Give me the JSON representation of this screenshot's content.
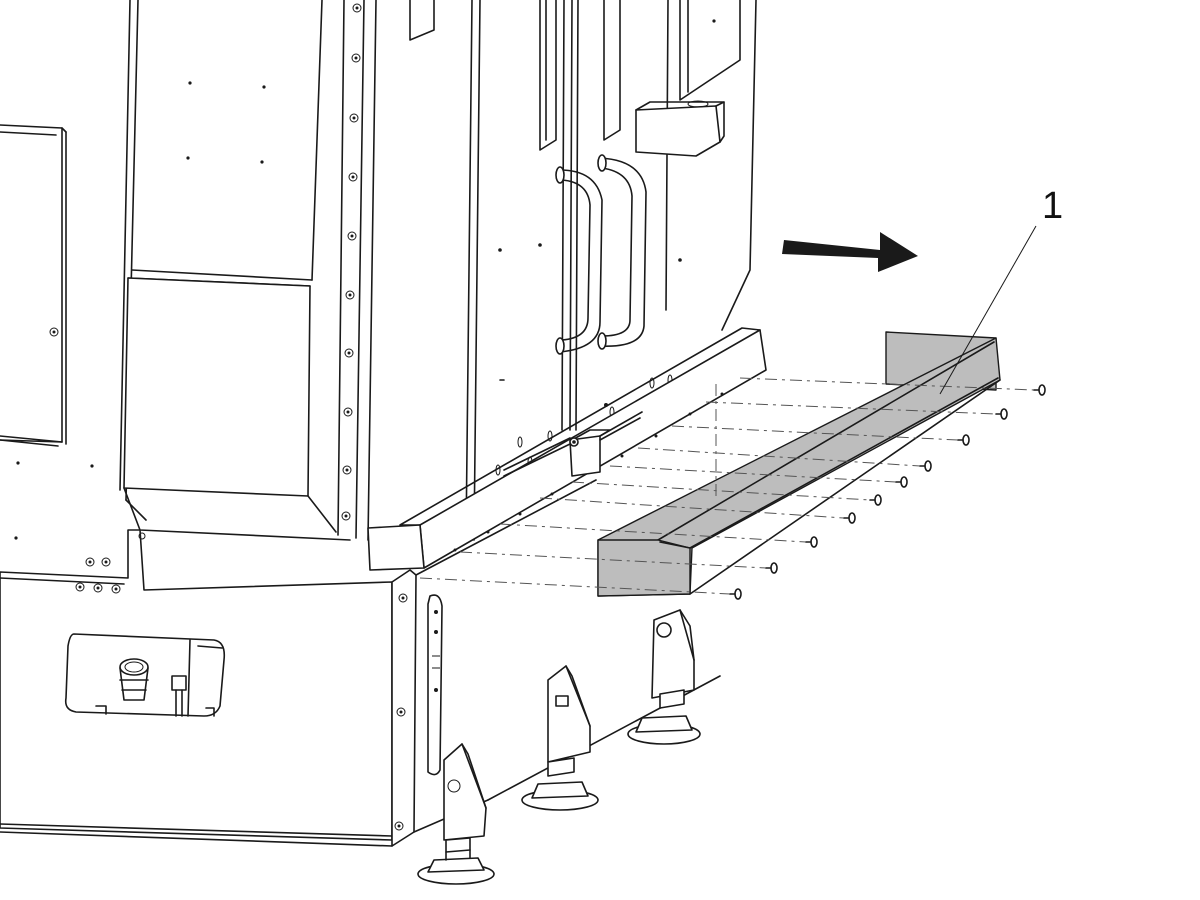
{
  "diagram": {
    "callouts": [
      {
        "id": "1",
        "label": "1",
        "target": "bottom-trim-panel"
      }
    ],
    "arrow": {
      "direction": "right"
    },
    "colors": {
      "line": "#1a1a1a",
      "highlight": "#bdbdbd",
      "background": "#ffffff"
    }
  }
}
